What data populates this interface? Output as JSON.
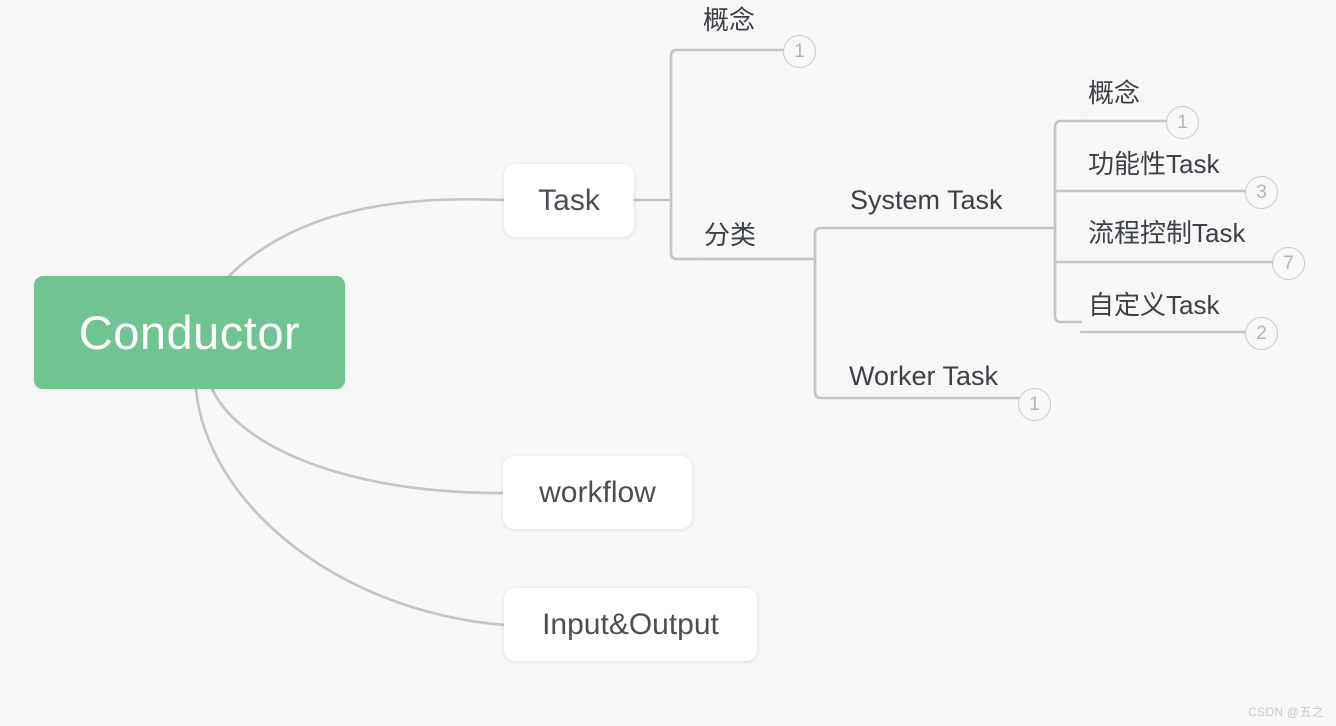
{
  "meta": {
    "background_color": "#f7f7f7",
    "edge_color": "#c4c4c4",
    "accent_color": "#70c492",
    "node_text_color": "#4a4f55",
    "badge_color": "#b5b5b5"
  },
  "root": {
    "label": "Conductor"
  },
  "nodes": {
    "task": "Task",
    "workflow": "workflow",
    "input_output": "Input&Output"
  },
  "task_branch": {
    "concept": "概念",
    "classification": "分类",
    "system_task": "System Task",
    "worker_task": "Worker Task"
  },
  "system_task_children": {
    "concept": "概念",
    "functional_task": "功能性Task",
    "flow_control_task": "流程控制Task",
    "custom_task": "自定义Task"
  },
  "badges": {
    "concept_task": "1",
    "concept_system": "1",
    "functional_task": "3",
    "flow_control_task": "7",
    "custom_task": "2",
    "worker_task": "1"
  },
  "watermark": {
    "text": "CSDN @五之"
  }
}
